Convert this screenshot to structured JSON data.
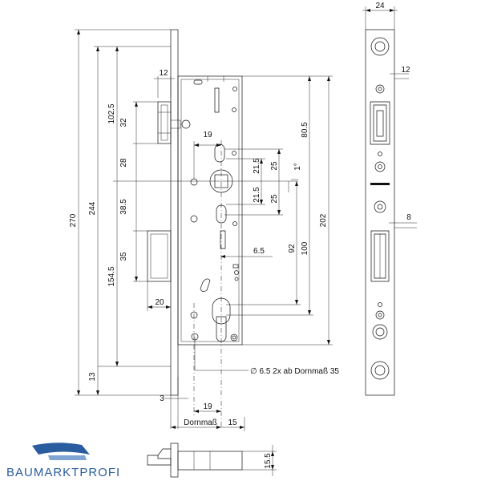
{
  "dimensions": {
    "overall_height": "270",
    "height_244": "244",
    "height_13": "13",
    "height_102_5": "102.5",
    "latch_32": "32",
    "gap_28": "28",
    "gap_38_5": "38.5",
    "bolt_35": "35",
    "bottom_154_5": "154.5",
    "latch_width_12": "12",
    "bolt_20": "20",
    "spindle_19": "19",
    "spindle_21_5_top": "21.5",
    "spindle_25_top": "25",
    "spindle_21_5_bottom": "21.5",
    "spindle_25_bottom": "25",
    "angle_1deg": "1°",
    "dim_80_5": "80.5",
    "dim_92": "92",
    "dim_100": "100",
    "dim_202": "202",
    "dim_6_5": "6.5",
    "dim_3": "3",
    "dim_19_bottom": "19",
    "dornmass": "Dornmaß",
    "dim_15": "15",
    "hole_note": "∅ 6.5 2x ab Dornmaß 35",
    "faceplate_24": "24",
    "faceplate_12": "12",
    "faceplate_8": "8",
    "side_15_5": "15.5"
  },
  "logo": {
    "text": "BAUMARKTPROFI",
    "color": "#2a5d9f"
  }
}
